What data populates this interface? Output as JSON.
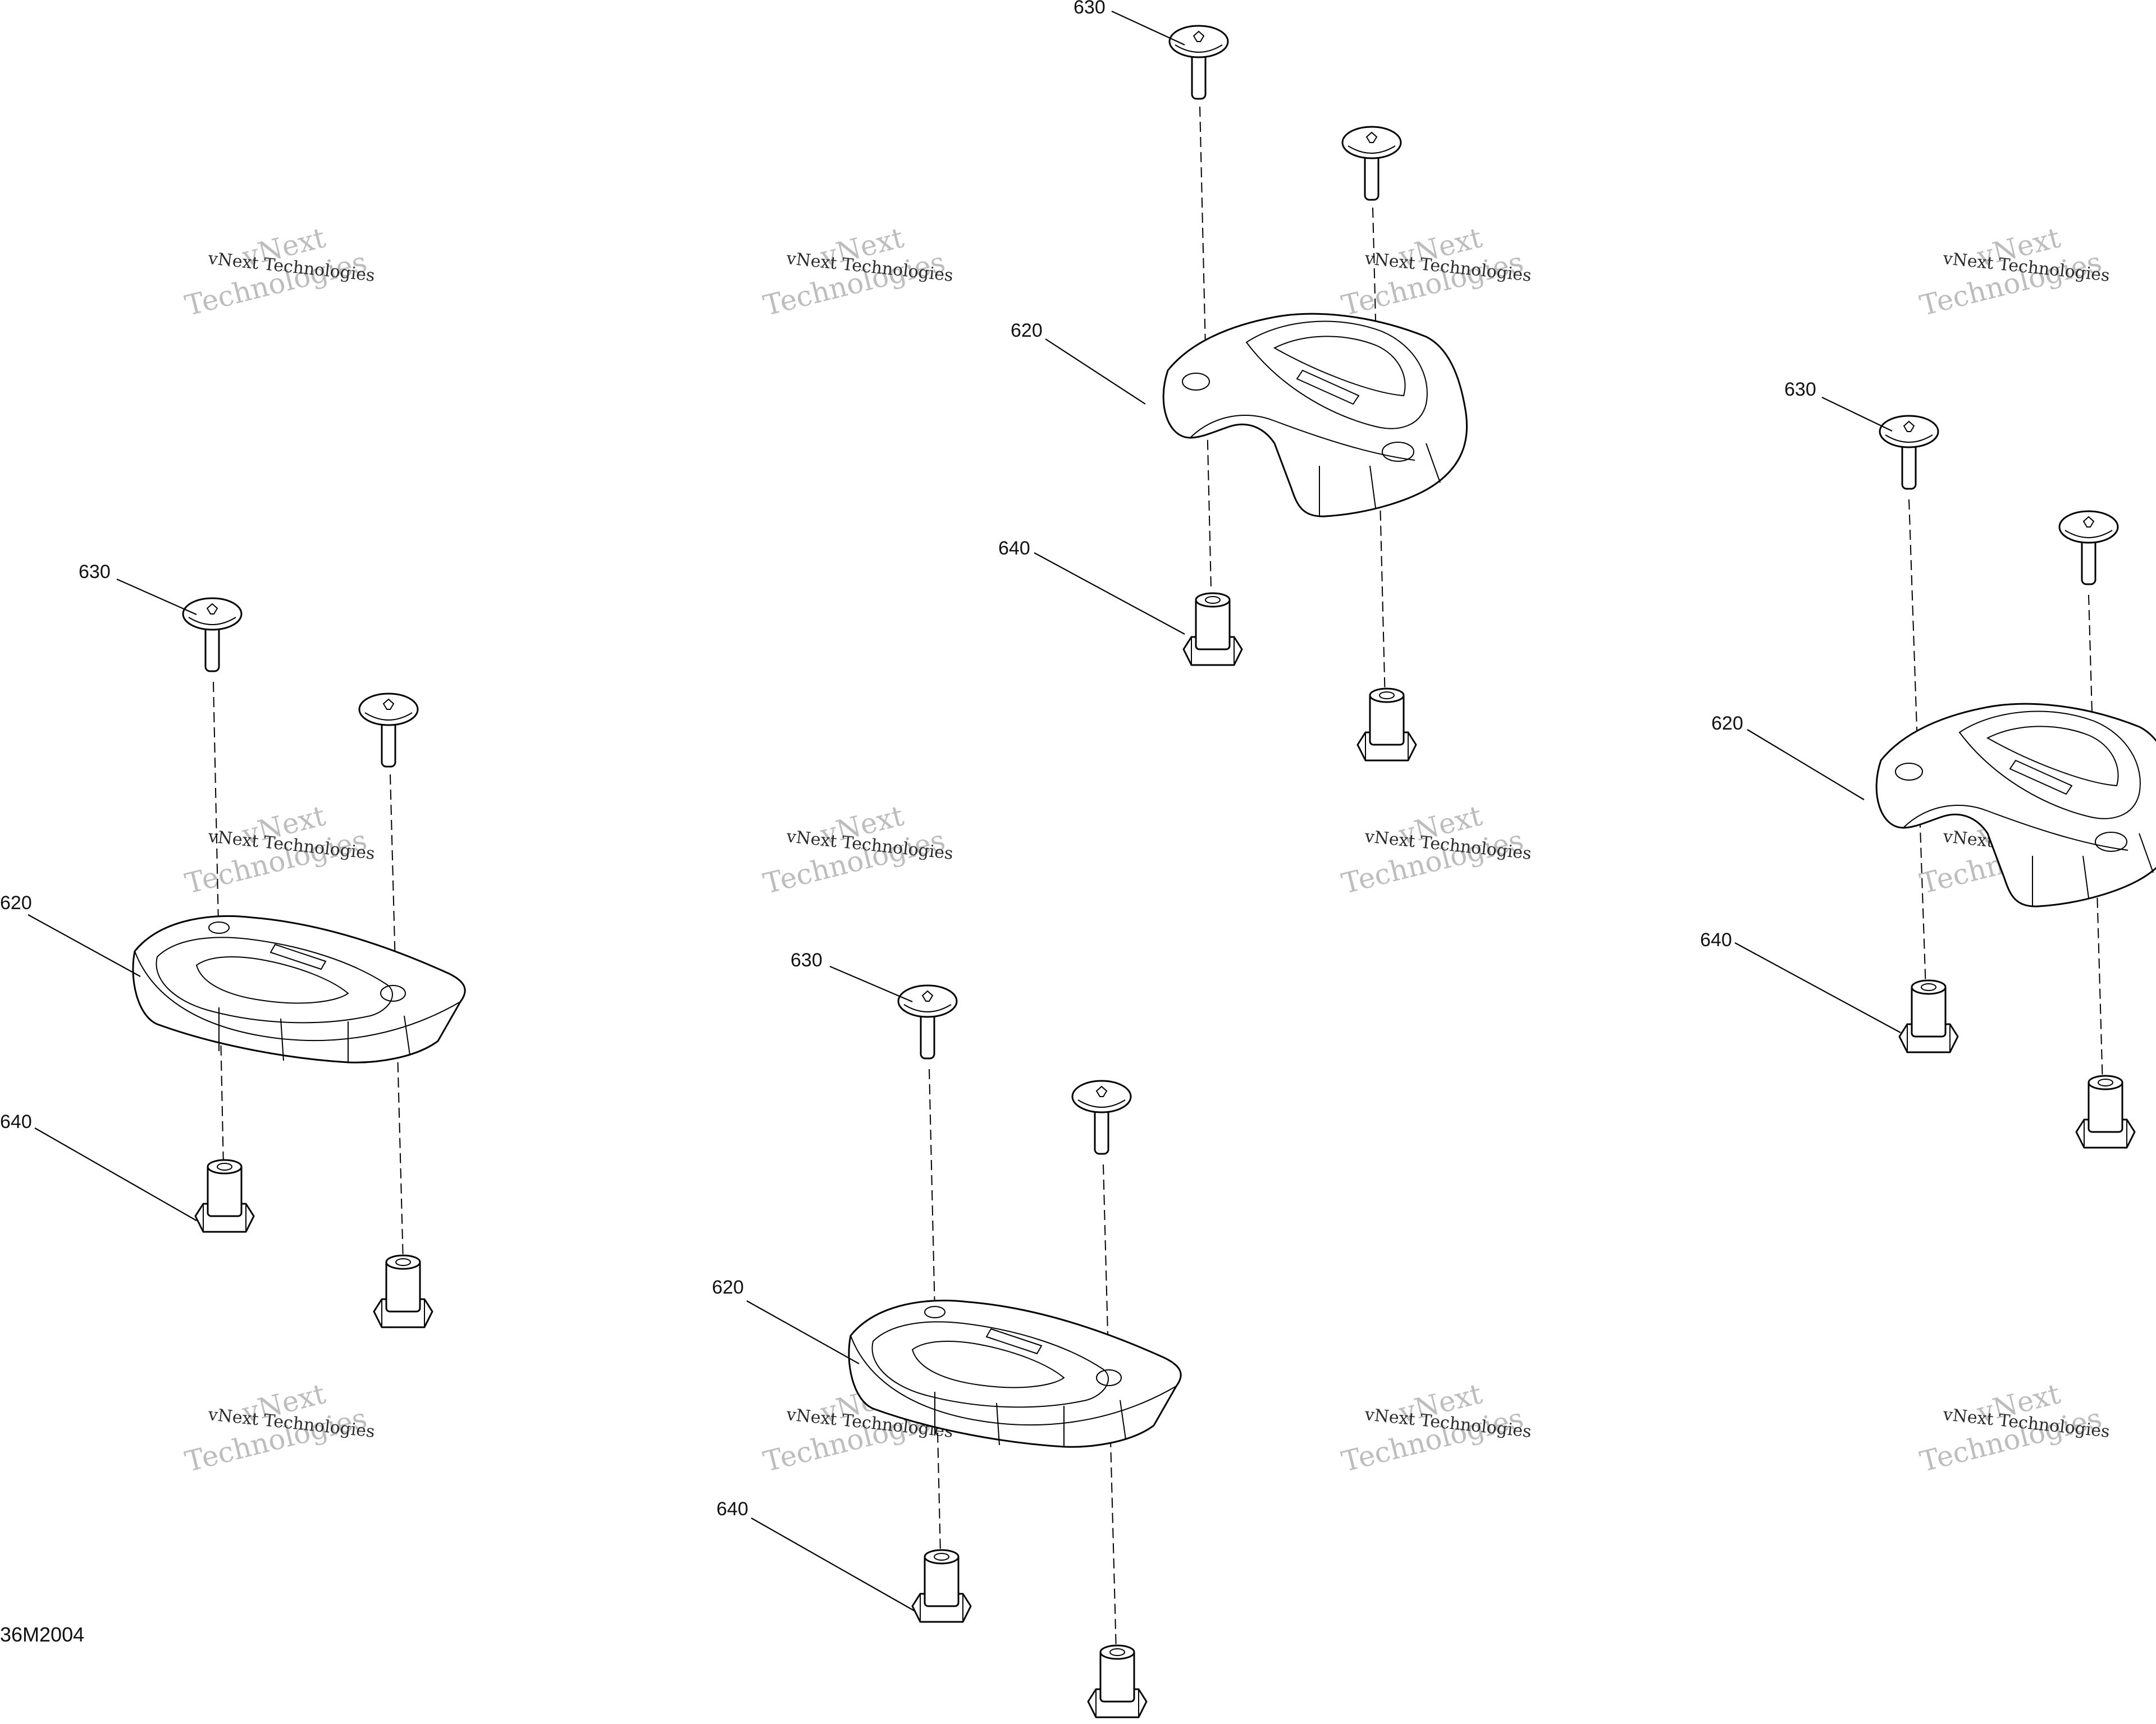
{
  "diagram": {
    "figure_id": "36M2004",
    "callouts": {
      "bracket": "620",
      "screw": "630",
      "nut": "640"
    },
    "watermark": {
      "line1": "vNext",
      "line2": "Technologies",
      "small": "vNext Technologies"
    }
  }
}
